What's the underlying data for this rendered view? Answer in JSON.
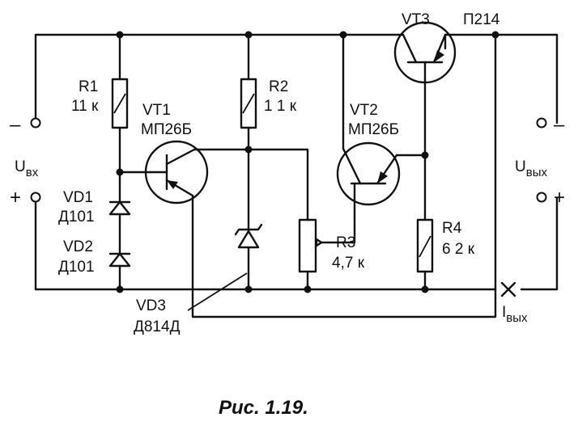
{
  "components": {
    "r1": {
      "name": "R1",
      "value": "11 к"
    },
    "r2": {
      "name": "R2",
      "value": "1 1 к"
    },
    "r3": {
      "name": "R3",
      "value": "4,7 к"
    },
    "r4": {
      "name": "R4",
      "value": "6 2 к"
    },
    "vt1": {
      "name": "VT1",
      "type": "МП26Б"
    },
    "vt2": {
      "name": "VT2",
      "type": "МП26Б"
    },
    "vt3": {
      "name": "VT3",
      "type": "П214"
    },
    "vd1": {
      "name": "VD1",
      "type": "Д101"
    },
    "vd2": {
      "name": "VD2",
      "type": "Д101"
    },
    "vd3": {
      "name": "VD3",
      "type": "Д814Д"
    }
  },
  "terminals": {
    "input": {
      "label": "U",
      "sub": "вх",
      "minus": "–",
      "plus": "+"
    },
    "output": {
      "label": "U",
      "sub": "вых",
      "minus": "–",
      "plus": "+"
    },
    "current": {
      "label": "I",
      "sub": "вых"
    }
  },
  "caption": "Рис. 1.19."
}
